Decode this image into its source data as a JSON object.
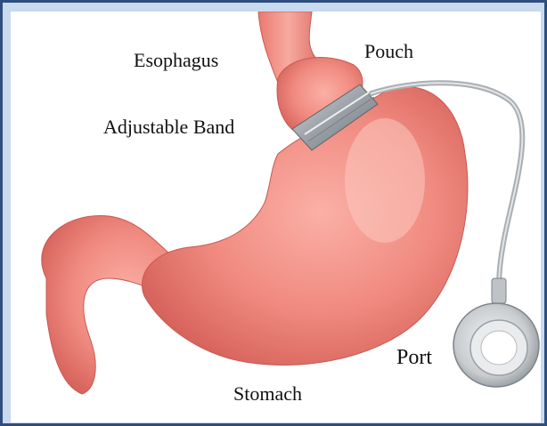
{
  "diagram": {
    "labels": {
      "esophagus": "Esophagus",
      "pouch": "Pouch",
      "adjustable_band": "Adjustable Band",
      "stomach": "Stomach",
      "port": "Port"
    }
  },
  "colors": {
    "frame_border": "#2f4e7f",
    "frame_fill": "#c9d9ee",
    "canvas": "#ffffff",
    "stomach": "#f08a80",
    "stomach_shadow": "#d96a62",
    "band": "#9aa0a6",
    "tube": "#a9aeb3",
    "port": "#c8cccf"
  }
}
